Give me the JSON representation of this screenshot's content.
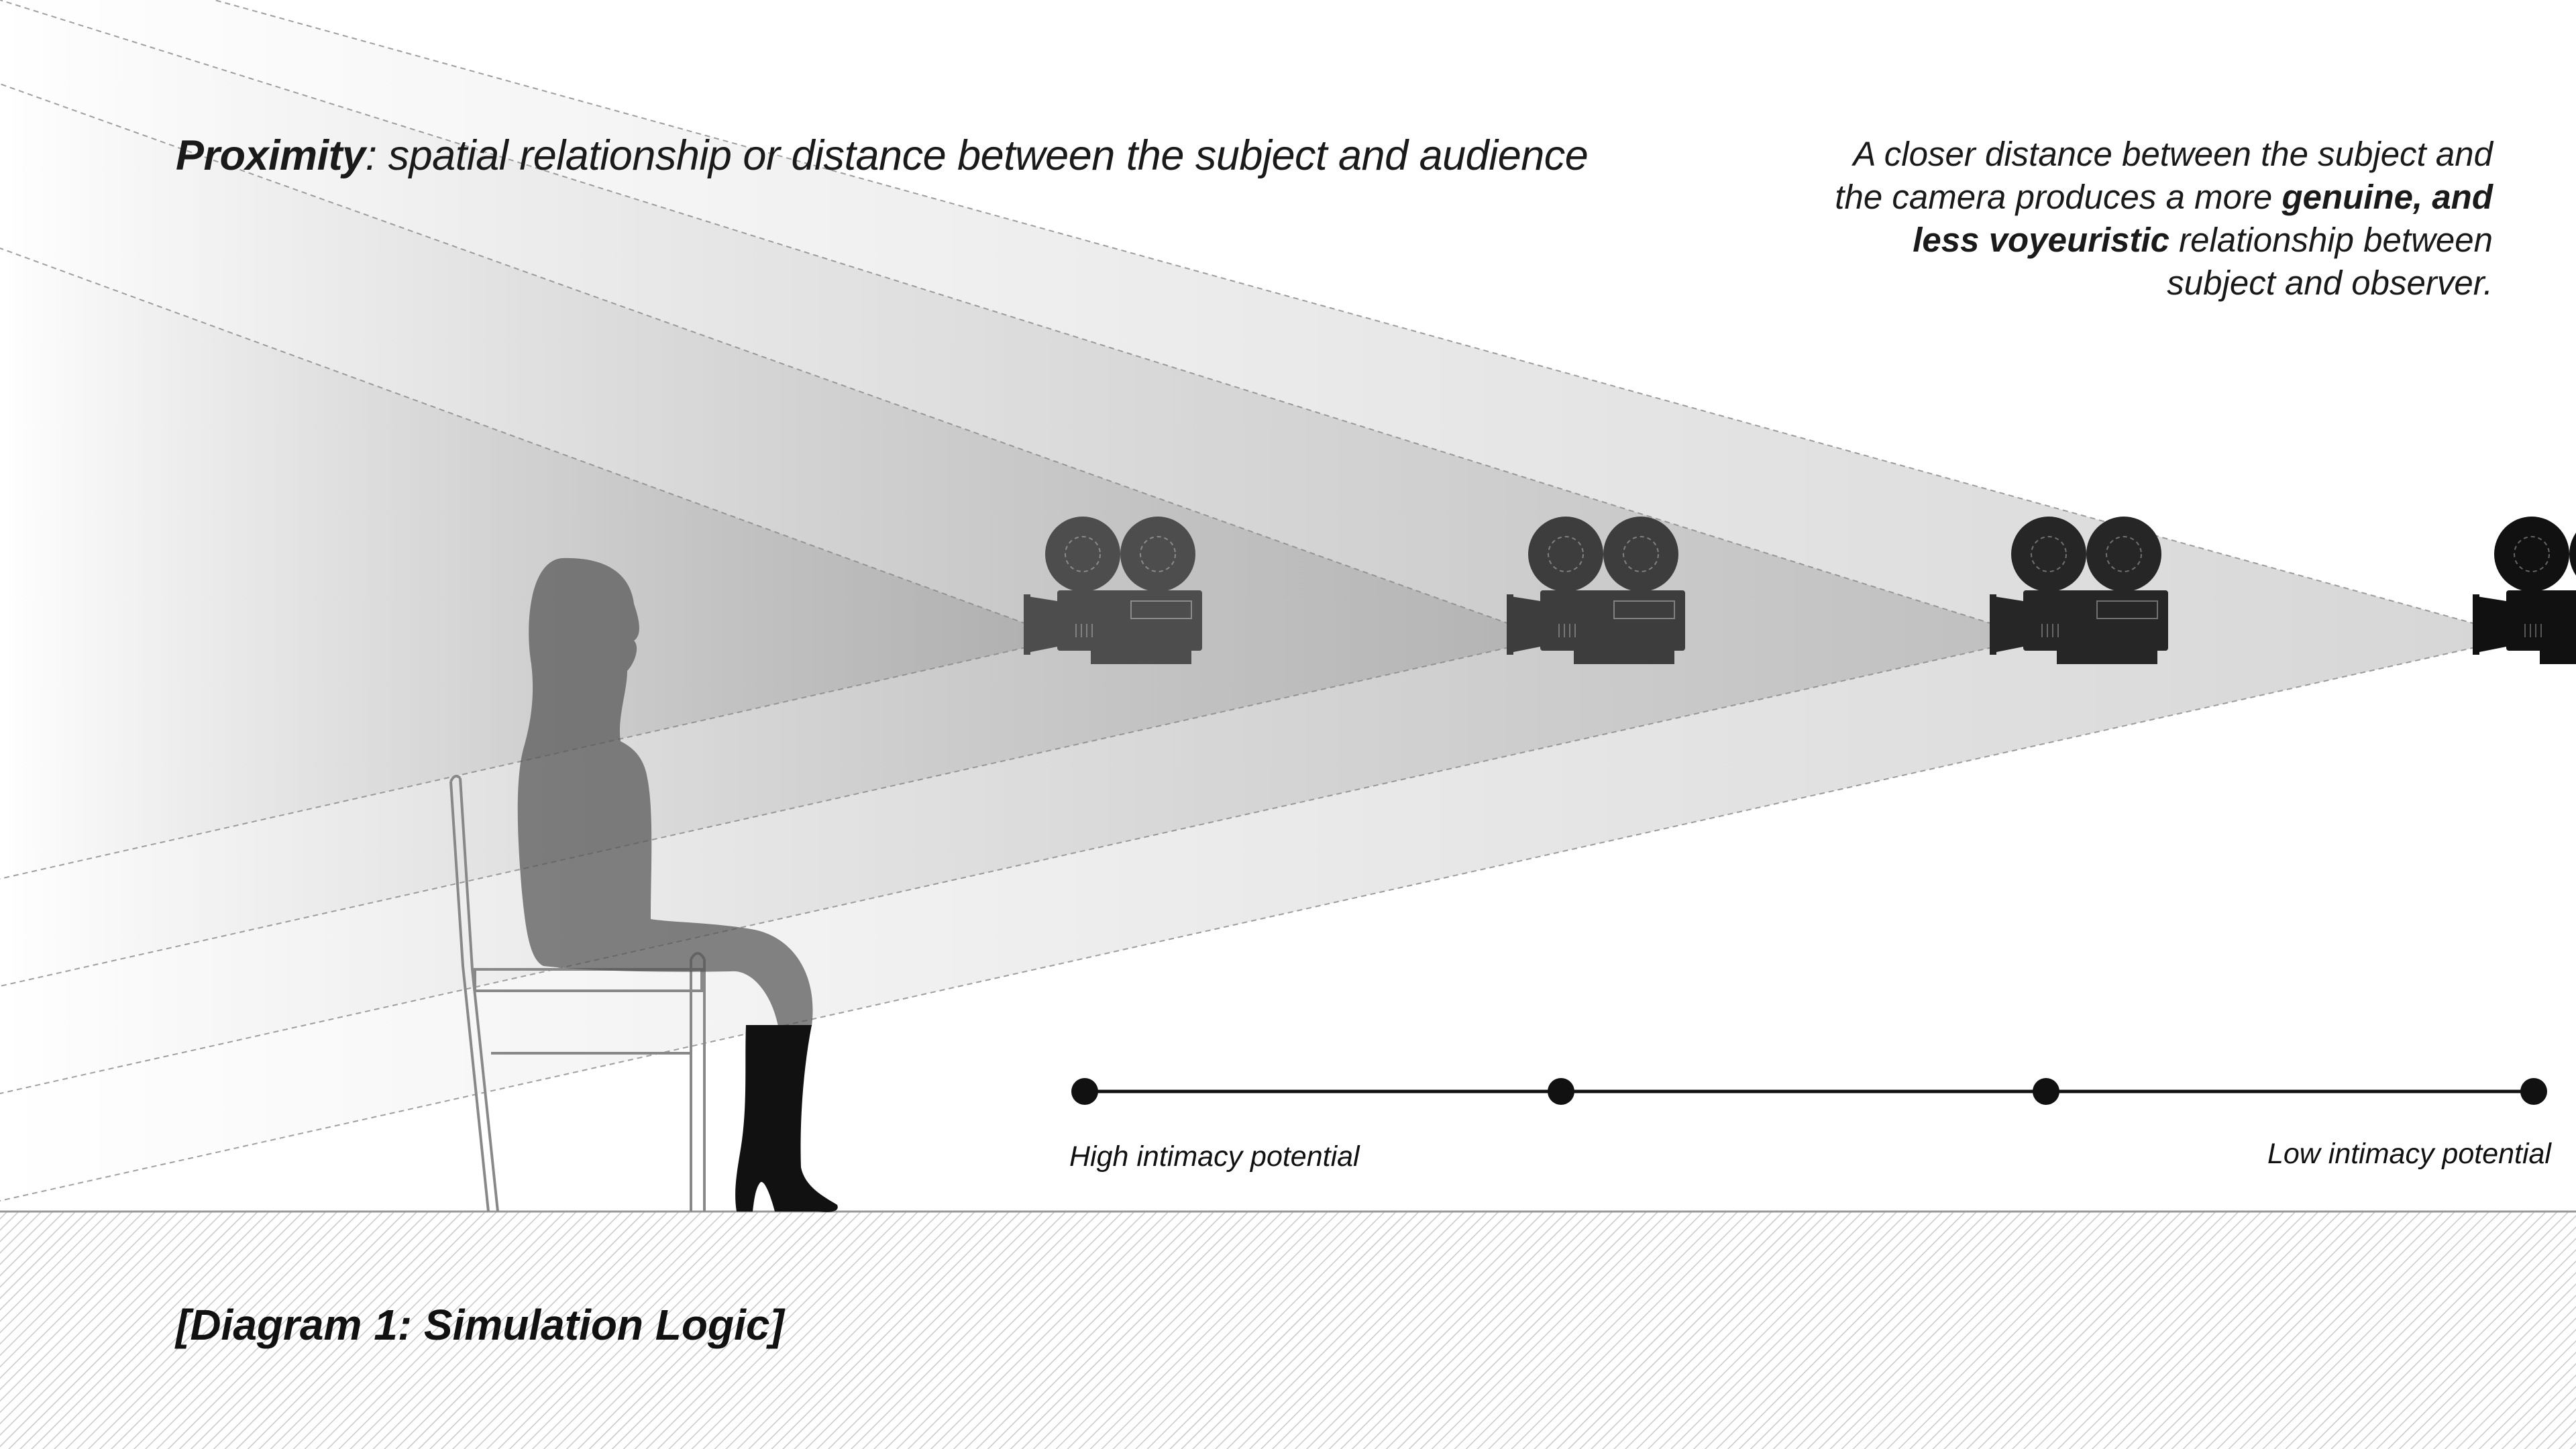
{
  "header": {
    "term": "Proximity",
    "definition": ": spatial relationship or distance between the subject and audience"
  },
  "note": {
    "part1": "A closer distance between the subject and the camera produces a more ",
    "emphasis": "genuine, and less voyeuristic",
    "part2": " relationship between subject and observer."
  },
  "scale": {
    "left_label": "High intimacy potential",
    "right_label": "Low intimacy potential"
  },
  "caption": "[Diagram 1: Simulation Logic]",
  "icons": {
    "subject": "seated-woman-silhouette-icon",
    "chair": "chair-icon",
    "camera": "film-camera-icon"
  },
  "colors": {
    "camera_near": "#4a4a4a",
    "camera_far": "#111111",
    "ground_hatch": "#cfcfcf",
    "beam": "#808080"
  }
}
